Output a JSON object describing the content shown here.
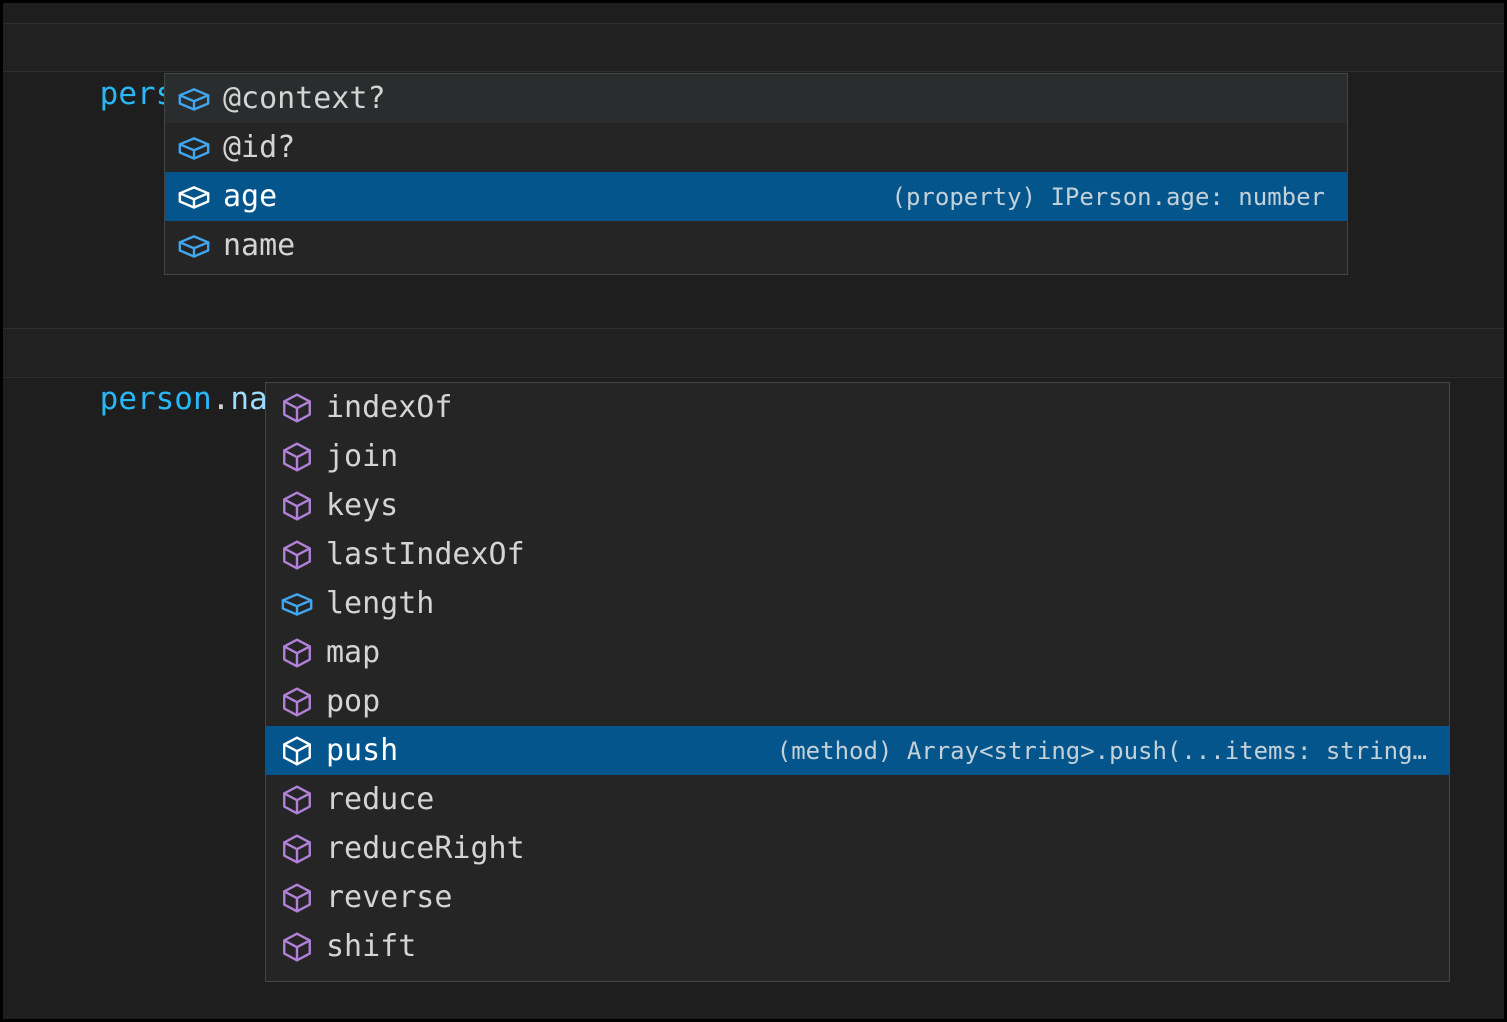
{
  "editor": {
    "theme_background": "#1e1e1e",
    "line_background": "#212121",
    "selection_color": "#04558c",
    "hover_color": "#2a2d2e",
    "border_color": "#454545",
    "error_squiggle_color": "#f14c4c",
    "method_icon_color": "#b180d7",
    "property_icon_color": "#41a6f0",
    "lines": [
      {
        "id": "line-1",
        "tokens": [
          {
            "text": "person",
            "kind": "variable"
          },
          {
            "text": ".",
            "kind": "punct"
          },
          {
            "text": ";",
            "kind": "punct"
          }
        ],
        "plain": "person.;"
      },
      {
        "id": "line-2",
        "tokens": [
          {
            "text": "person",
            "kind": "variable"
          },
          {
            "text": ".",
            "kind": "punct"
          },
          {
            "text": "name",
            "kind": "property"
          },
          {
            "text": ".",
            "kind": "punct"
          },
          {
            "text": ";",
            "kind": "punct"
          }
        ],
        "plain": "person.name.;"
      }
    ]
  },
  "suggest_widgets": [
    {
      "id": "suggest-1",
      "for_expression": "person.",
      "selected_index": 2,
      "hovered_index": 0,
      "items": [
        {
          "label": "@context?",
          "icon": "property-cube-icon",
          "icon_kind": "property",
          "detail": ""
        },
        {
          "label": "@id?",
          "icon": "property-cube-icon",
          "icon_kind": "property",
          "detail": ""
        },
        {
          "label": "age",
          "icon": "property-cube-icon",
          "icon_kind": "property",
          "detail": "(property) IPerson.age: number"
        },
        {
          "label": "name",
          "icon": "property-cube-icon",
          "icon_kind": "property",
          "detail": ""
        }
      ]
    },
    {
      "id": "suggest-2",
      "for_expression": "person.name.",
      "selected_index": 7,
      "hovered_index": -1,
      "items": [
        {
          "label": "indexOf",
          "icon": "method-cube-icon",
          "icon_kind": "method",
          "detail": ""
        },
        {
          "label": "join",
          "icon": "method-cube-icon",
          "icon_kind": "method",
          "detail": ""
        },
        {
          "label": "keys",
          "icon": "method-cube-icon",
          "icon_kind": "method",
          "detail": ""
        },
        {
          "label": "lastIndexOf",
          "icon": "method-cube-icon",
          "icon_kind": "method",
          "detail": ""
        },
        {
          "label": "length",
          "icon": "property-cube-icon",
          "icon_kind": "property",
          "detail": ""
        },
        {
          "label": "map",
          "icon": "method-cube-icon",
          "icon_kind": "method",
          "detail": ""
        },
        {
          "label": "pop",
          "icon": "method-cube-icon",
          "icon_kind": "method",
          "detail": ""
        },
        {
          "label": "push",
          "icon": "method-cube-icon",
          "icon_kind": "method",
          "detail": "(method) Array<string>.push(...items: string…"
        },
        {
          "label": "reduce",
          "icon": "method-cube-icon",
          "icon_kind": "method",
          "detail": ""
        },
        {
          "label": "reduceRight",
          "icon": "method-cube-icon",
          "icon_kind": "method",
          "detail": ""
        },
        {
          "label": "reverse",
          "icon": "method-cube-icon",
          "icon_kind": "method",
          "detail": ""
        },
        {
          "label": "shift",
          "icon": "method-cube-icon",
          "icon_kind": "method",
          "detail": ""
        }
      ]
    }
  ]
}
